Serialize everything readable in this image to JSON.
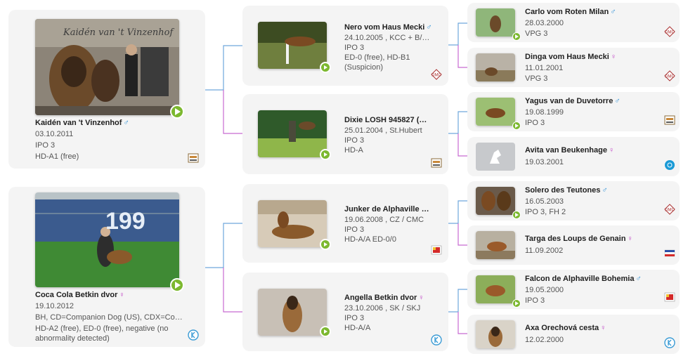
{
  "dogs": [
    {
      "name": "Kaidén van 't Vinzenhof",
      "sex": "♂",
      "sex_type": "m",
      "lines": [
        "03.10.2011",
        "IPO 3",
        "HD-A1 (free)"
      ],
      "logo": "club-logo",
      "video": true
    },
    {
      "name": "Coca Cola Betkin dvor",
      "sex": "♀",
      "sex_type": "f",
      "lines": [
        "19.10.2012",
        "BH, CD=Companion Dog (US), CDX=Com…",
        "HD-A2 (free), ED-0 (free), negative (no abnormality detected)"
      ],
      "logo": "k-logo",
      "video": true
    },
    {
      "name": "Nero vom Haus Mecki",
      "sex": "♂",
      "sex_type": "m",
      "lines": [
        "24.10.2005 , KCC + B/K…",
        "IPO 3",
        "ED-0 (free), HD-B1 (Suspicion)"
      ],
      "logo": "dmc-logo",
      "video": true
    },
    {
      "name": "Dixie LOSH 945827 (Me…",
      "sex": "",
      "sex_type": "",
      "lines": [
        "25.01.2004 , St.Hubert",
        "IPO 3",
        "HD-A"
      ],
      "logo": "club-logo",
      "video": true
    },
    {
      "name": "Junker de Alphaville Bo…",
      "sex": "",
      "sex_type": "",
      "lines": [
        "19.06.2008 , CZ / CMC",
        "IPO 3",
        "HD-A/A ED-0/0"
      ],
      "logo": "flag-logo",
      "video": true
    },
    {
      "name": "Angella Betkin dvor",
      "sex": "♀",
      "sex_type": "f",
      "lines": [
        "23.10.2006 , SK / SKJ",
        "IPO 3",
        "HD-A/A"
      ],
      "logo": "k-logo",
      "video": true
    },
    {
      "name": "Carlo vom Roten Milan",
      "sex": "♂",
      "sex_type": "m",
      "lines": [
        "28.03.2000",
        "VPG 3"
      ],
      "logo": "dmc-logo",
      "video": true
    },
    {
      "name": "Dinga vom Haus Mecki",
      "sex": "♀",
      "sex_type": "f",
      "lines": [
        "11.01.2001",
        "VPG 3"
      ],
      "logo": "dmc-logo",
      "video": false
    },
    {
      "name": "Yagus van de Duvetorre",
      "sex": "♂",
      "sex_type": "m",
      "lines": [
        "19.08.1999",
        "IPO 3"
      ],
      "logo": "club-logo",
      "video": true
    },
    {
      "name": "Avita van Beukenhage",
      "sex": "♀",
      "sex_type": "f",
      "lines": [
        "19.03.2001"
      ],
      "logo": "fci-logo",
      "video": false
    },
    {
      "name": "Solero des Teutones",
      "sex": "♂",
      "sex_type": "m",
      "lines": [
        "16.05.2003",
        "IPO 3, FH 2"
      ],
      "logo": "dmc-logo",
      "video": true
    },
    {
      "name": "Targa des Loups de Genain",
      "sex": "♀",
      "sex_type": "f",
      "lines": [
        "11.09.2002"
      ],
      "logo": "fr-flag-logo",
      "video": false
    },
    {
      "name": "Falcon de Alphaville Bohemia",
      "sex": "♂",
      "sex_type": "m",
      "lines": [
        "19.05.2000",
        "IPO 3"
      ],
      "logo": "flag-logo",
      "video": true
    },
    {
      "name": "Axa Orechová cesta",
      "sex": "♀",
      "sex_type": "f",
      "lines": [
        "12.02.2000"
      ],
      "logo": "k-logo",
      "video": false
    }
  ],
  "banner_text": "Kaidén van 't Vinzenhof",
  "stadium_text": "199",
  "colors": {
    "card": "#f4f4f4",
    "play": "#7cb82f",
    "male": "#2b8fd6",
    "female": "#c24cc7",
    "sire_line": "#6fa8dc",
    "dam_line": "#c86ad1"
  }
}
